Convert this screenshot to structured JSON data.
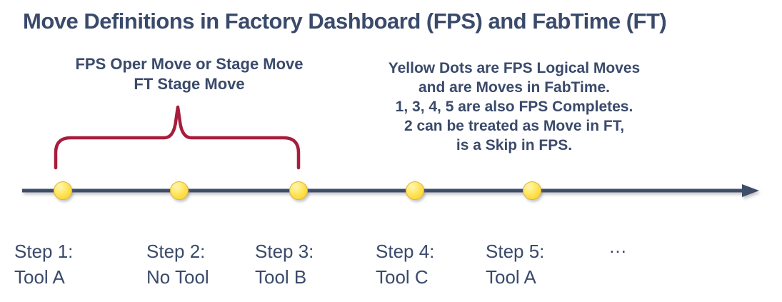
{
  "title": "Move Definitions in Factory Dashboard (FPS) and FabTime (FT)",
  "left_note": {
    "line1": "FPS Oper Move or Stage Move",
    "line2": "FT Stage Move"
  },
  "right_note": {
    "lines": [
      "Yellow Dots are FPS Logical Moves",
      "and are Moves in FabTime.",
      "1, 3, 4, 5 are also FPS Completes.",
      "2 can be treated as Move in FT,",
      "is a Skip in FPS."
    ]
  },
  "steps": [
    {
      "step": "Step 1:",
      "tool": "Tool A"
    },
    {
      "step": "Step 2:",
      "tool": "No Tool"
    },
    {
      "step": "Step 3:",
      "tool": "Tool B"
    },
    {
      "step": "Step 4:",
      "tool": "Tool C"
    },
    {
      "step": "Step 5:",
      "tool": "Tool A"
    }
  ],
  "timeline": {
    "dot_count": 5,
    "ellipsis_label": "…"
  },
  "colors": {
    "text_navy": "#3a4a6b",
    "brace_red": "#a61e3c",
    "line_navy": "#3e4e69",
    "dot_yellow": "#ffe14d",
    "dot_border_gold": "#ddb33c"
  }
}
